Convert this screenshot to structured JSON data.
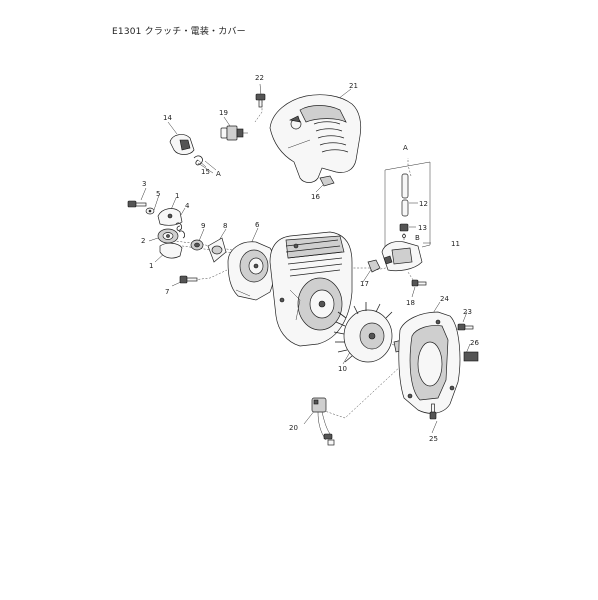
{
  "title": "E1301 クラッチ・電装・カバー",
  "callouts": [
    {
      "id": "c1a",
      "label": "1"
    },
    {
      "id": "c1b",
      "label": "1"
    },
    {
      "id": "c2",
      "label": "2"
    },
    {
      "id": "c3",
      "label": "3"
    },
    {
      "id": "c4",
      "label": "4"
    },
    {
      "id": "c5",
      "label": "5"
    },
    {
      "id": "c6",
      "label": "6"
    },
    {
      "id": "c7",
      "label": "7"
    },
    {
      "id": "c8",
      "label": "8"
    },
    {
      "id": "c9",
      "label": "9"
    },
    {
      "id": "c10",
      "label": "10"
    },
    {
      "id": "c11",
      "label": "11"
    },
    {
      "id": "c12",
      "label": "12"
    },
    {
      "id": "c13",
      "label": "13"
    },
    {
      "id": "c14",
      "label": "14"
    },
    {
      "id": "c15",
      "label": "15"
    },
    {
      "id": "c16",
      "label": "16"
    },
    {
      "id": "c17",
      "label": "17"
    },
    {
      "id": "c18",
      "label": "18"
    },
    {
      "id": "c19",
      "label": "19"
    },
    {
      "id": "c20",
      "label": "20"
    },
    {
      "id": "c21",
      "label": "21"
    },
    {
      "id": "c22",
      "label": "22"
    },
    {
      "id": "c23",
      "label": "23"
    },
    {
      "id": "c24",
      "label": "24"
    },
    {
      "id": "c25",
      "label": "25"
    },
    {
      "id": "c26",
      "label": "26"
    },
    {
      "id": "cA1",
      "label": "A"
    },
    {
      "id": "cA2",
      "label": "A"
    },
    {
      "id": "cB",
      "label": "B"
    }
  ]
}
